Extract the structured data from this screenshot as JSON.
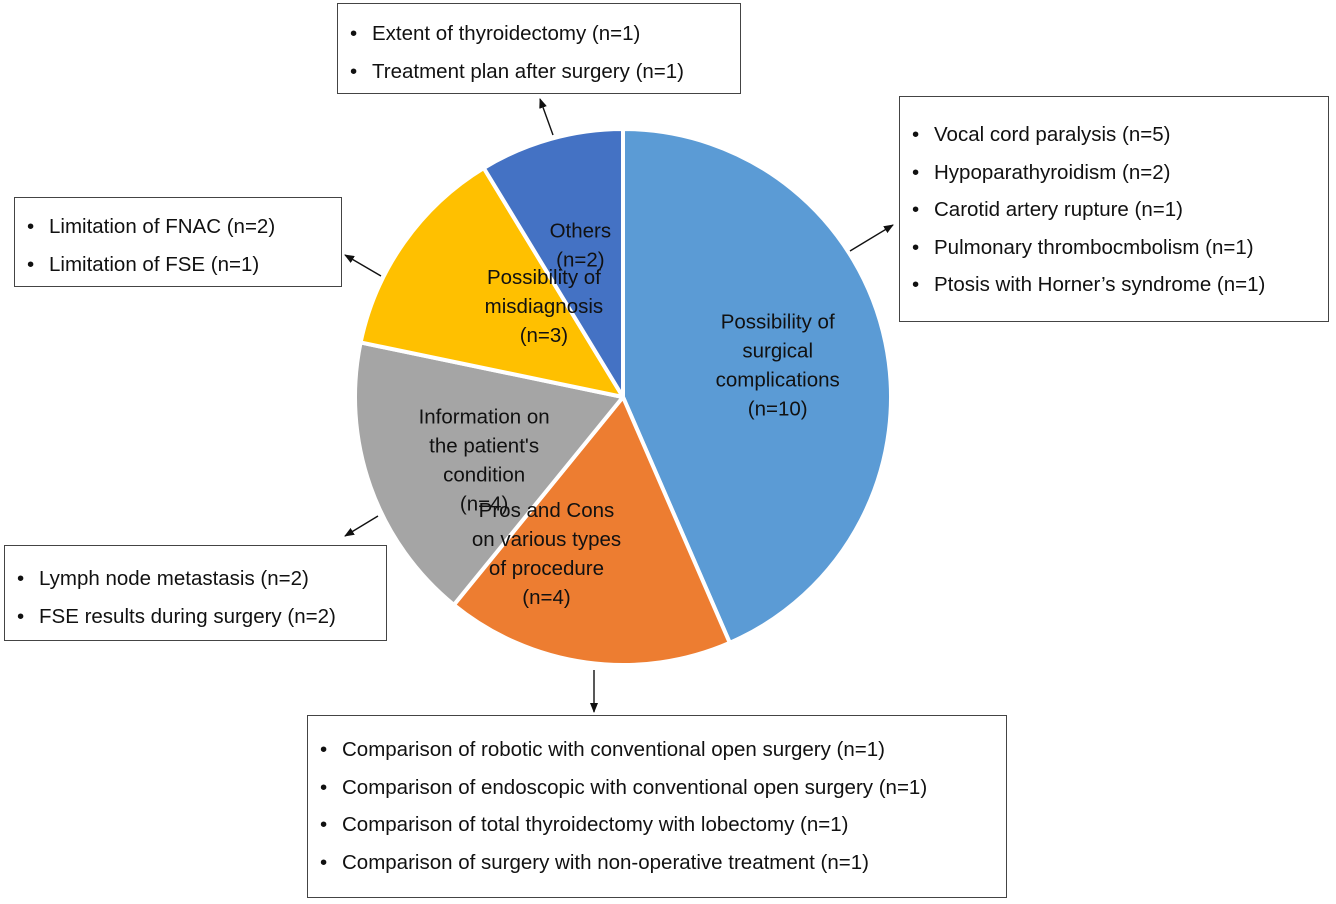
{
  "chart_data": {
    "type": "pie",
    "title": "",
    "start_angle_deg": 0,
    "direction": "clockwise",
    "slices": [
      {
        "name": "Possibility of surgical complications",
        "label_lines": [
          "Possibility of",
          "surgical",
          "complications",
          "(n=10)"
        ],
        "value": 10,
        "color": "#5b9bd5"
      },
      {
        "name": "Pros and Cons on various types of procedure",
        "label_lines": [
          "Pros and Cons",
          "on various types",
          "of procedure",
          "(n=4)"
        ],
        "value": 4,
        "color": "#ed7d31"
      },
      {
        "name": "Information on the patient's condition",
        "label_lines": [
          "Information on",
          "the patient's",
          "condition",
          "(n=4)"
        ],
        "value": 4,
        "color": "#a5a5a5"
      },
      {
        "name": "Possibility of misdiagnosis",
        "label_lines": [
          "Possibility of",
          "misdiagnosis",
          "(n=3)"
        ],
        "value": 3,
        "color": "#ffc000"
      },
      {
        "name": "Others",
        "label_lines": [
          "Others",
          "(n=2)"
        ],
        "value": 2,
        "color": "#4472c4"
      }
    ]
  },
  "callouts": {
    "others": [
      "Extent of thyroidectomy (n=1)",
      "Treatment plan after surgery (n=1)"
    ],
    "surgical": [
      "Vocal cord paralysis (n=5)",
      "Hypoparathyroidism (n=2)",
      "Carotid artery rupture (n=1)",
      "Pulmonary thrombocmbolism (n=1)",
      "Ptosis with Horner’s syndrome (n=1)"
    ],
    "misdiagnosis": [
      "Limitation of FNAC (n=2)",
      "Limitation of FSE (n=1)"
    ],
    "info": [
      "Lymph node metastasis (n=2)",
      "FSE results during surgery (n=2)"
    ],
    "pros": [
      "Comparison of robotic with conventional open surgery (n=1)",
      "Comparison of endoscopic with conventional open surgery (n=1)",
      "Comparison of total thyroidectomy with lobectomy (n=1)",
      "Comparison of surgery with non-operative treatment (n=1)"
    ]
  }
}
